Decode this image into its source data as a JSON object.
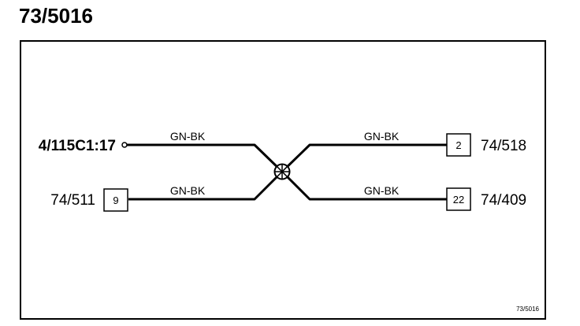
{
  "diagram": {
    "title": "73/5016",
    "ref_code": "73/5016",
    "connectors": {
      "left_top": {
        "name": "4/115C1:17"
      },
      "left_bottom": {
        "name": "74/511",
        "pin": "9"
      },
      "right_top": {
        "name": "74/518",
        "pin": "2"
      },
      "right_bottom": {
        "name": "74/409",
        "pin": "22"
      }
    },
    "wires": {
      "left_top": "GN-BK",
      "left_bottom": "GN-BK",
      "right_top": "GN-BK",
      "right_bottom": "GN-BK"
    },
    "splice_icon": "splice-icon"
  }
}
